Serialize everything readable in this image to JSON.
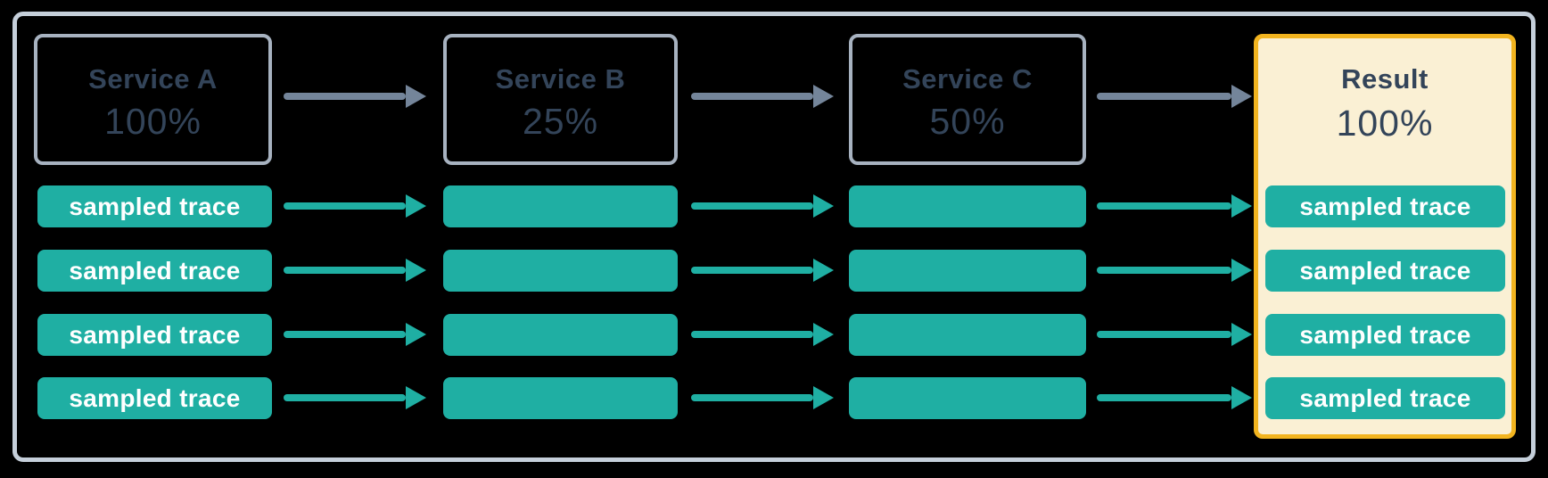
{
  "diagram": {
    "columns": [
      {
        "title": "Service A",
        "percent": "100%"
      },
      {
        "title": "Service B",
        "percent": "25%"
      },
      {
        "title": "Service C",
        "percent": "50%"
      },
      {
        "title": "Result",
        "percent": "100%"
      }
    ],
    "trace_label": "sampled trace",
    "sampled_trace_rows": 4,
    "colors": {
      "canvas-bg": "#000000",
      "frame-border": "#c5cfda",
      "service-border": "#a7b2c0",
      "text-dark": "#334459",
      "teal": "#1fafa3",
      "arrow-gray": "#74859a",
      "result-border": "#f2b41f",
      "result-bg": "#faf0d4",
      "trace-text": "#ffffff"
    }
  }
}
